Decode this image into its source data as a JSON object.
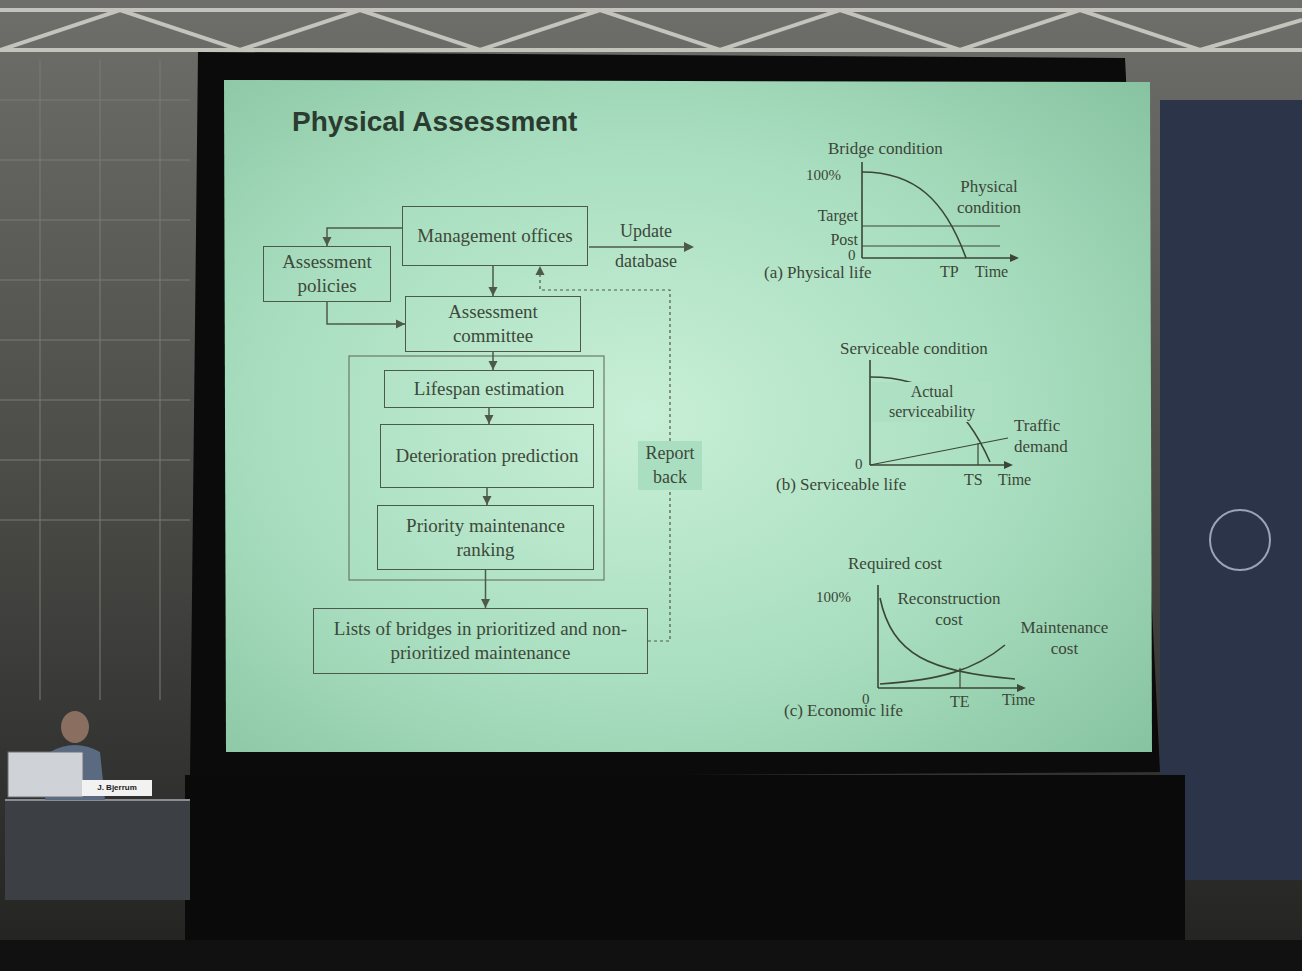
{
  "diagram": {
    "title": "Physical Assessment",
    "nodes": [
      {
        "text": [
          "Management offices"
        ]
      },
      {
        "text": [
          "Assessment policies"
        ]
      },
      {
        "text": [
          "Assessment committee"
        ]
      },
      {
        "text": [
          "Lifespan estimation"
        ]
      },
      {
        "text": [
          "Deterioration prediction"
        ]
      },
      {
        "text": [
          "Priority maintenance ranking"
        ]
      },
      {
        "text": [
          "Lists of bridges in prioritized and non-prioritized maintenance"
        ]
      }
    ],
    "edges": [
      {
        "from": 0,
        "to": 1,
        "arrow": "to"
      },
      {
        "from": 1,
        "to": 2,
        "arrow": "to"
      },
      {
        "from": 0,
        "to": 2,
        "arrow": "to"
      },
      {
        "from": 2,
        "to": 3,
        "arrow": "to"
      },
      {
        "from": 3,
        "to": 4,
        "arrow": "to"
      },
      {
        "from": 4,
        "to": 5,
        "arrow": "to"
      },
      {
        "from": 5,
        "to": 6,
        "arrow": "to"
      },
      {
        "from": 6,
        "to": 0,
        "label": "Report back",
        "arrow": "to"
      }
    ],
    "labels": [
      "Update database",
      "Bridge condition",
      "100%",
      "Physical condition",
      "Target",
      "Post",
      "0",
      "TP",
      "Time",
      "(a) Physical life",
      "Serviceable condition",
      "Actual serviceability",
      "Traffic demand",
      "0",
      "TS",
      "Time",
      "(b) Serviceable life",
      "Required cost",
      "100%",
      "Reconstruction cost",
      "Maintenance cost",
      "0",
      "TE",
      "Time",
      "(c) Economic life",
      "J. Bjerrum"
    ]
  }
}
